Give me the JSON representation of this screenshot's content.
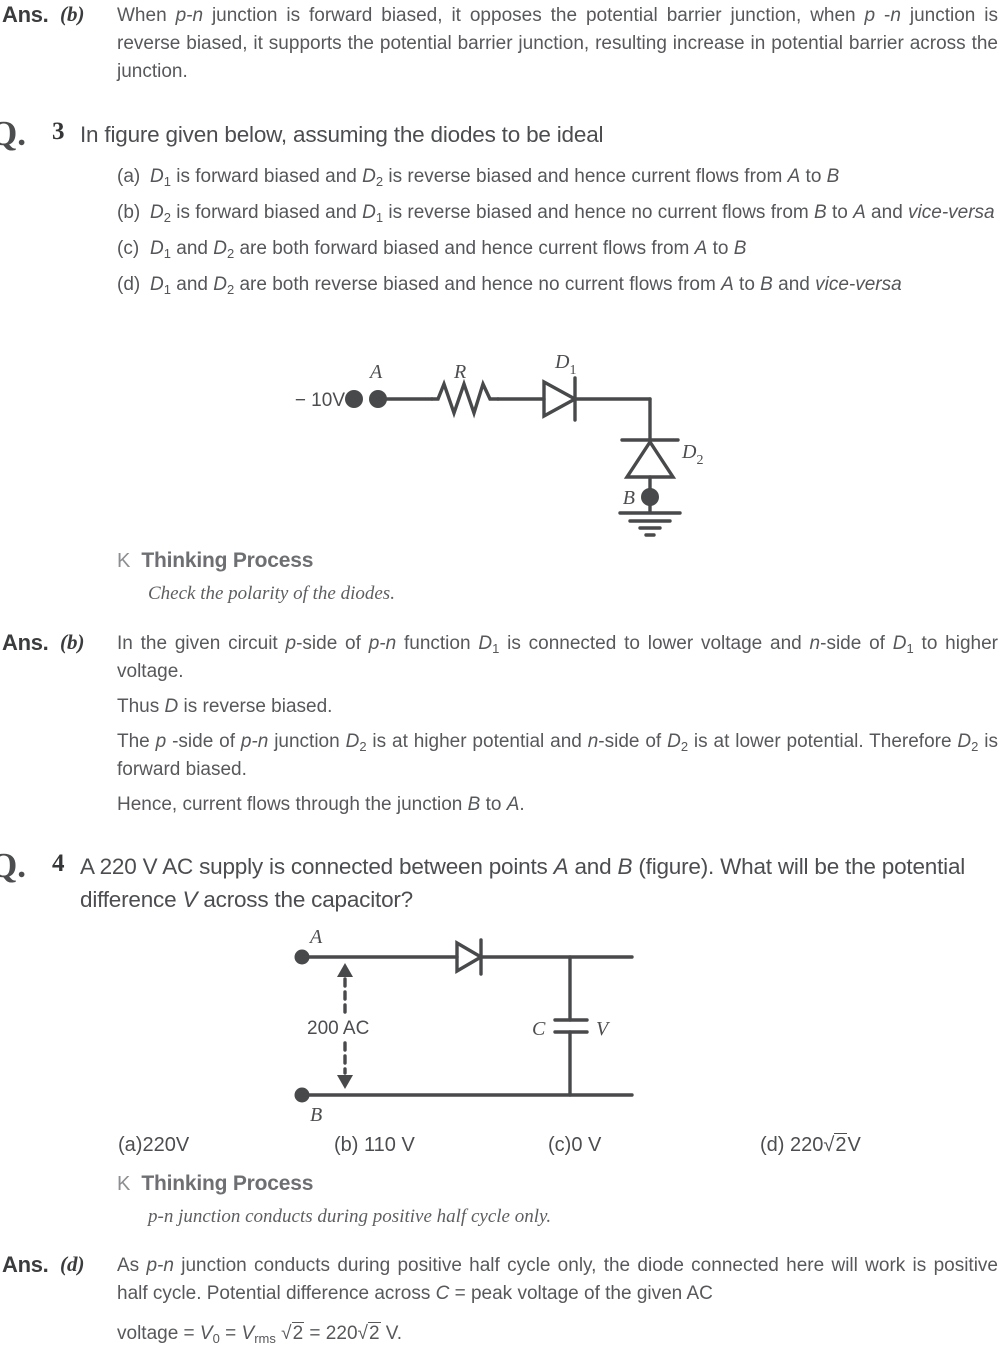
{
  "ans_q2": {
    "label": "Ans.",
    "option": "(b)",
    "text_html": "When <i>p-n</i> junction is forward biased, it opposes the potential barrier junction, when <i>p</i> -<i>n</i> junction is reverse biased, it supports the potential barrier junction, resulting increase in potential barrier across the junction."
  },
  "q3": {
    "q_label": "Q.",
    "number": "3",
    "title": "In figure given below, assuming the diodes to be ideal",
    "options": [
      {
        "label": "(a)",
        "text_html": "<i>D</i><sub>1</sub> is forward biased and <i>D</i><sub>2</sub> is reverse biased and hence current flows from <i>A</i> to <i>B</i>"
      },
      {
        "label": "(b)",
        "text_html": "<i>D</i><sub>2</sub> is forward biased and <i>D</i><sub>1</sub> is reverse biased and hence no current flows from <i>B</i> to <i>A</i> and <i>vice-versa</i>"
      },
      {
        "label": "(c)",
        "text_html": "<i>D</i><sub>1</sub> and <i>D</i><sub>2</sub> are both forward biased and hence current flows from <i>A</i> to <i>B</i>"
      },
      {
        "label": "(d)",
        "text_html": "<i>D</i><sub>1</sub> and <i>D</i><sub>2</sub> are both reverse biased and hence no current flows from <i>A</i> to <i>B</i> and <i>vice-versa</i>"
      }
    ]
  },
  "circuit1": {
    "source_label": "− 10V",
    "node_a": "A",
    "resistor": "R",
    "diode1": "D",
    "diode1_sub": "1",
    "diode2": "D",
    "diode2_sub": "2",
    "node_b": "B"
  },
  "thinking1": {
    "k": "K",
    "title": "Thinking Process",
    "text": "Check the polarity of the diodes."
  },
  "ans_q3": {
    "label": "Ans.",
    "option": "(b)",
    "p1_html": "In the given circuit <i>p</i>-side of <i>p-n</i> function <i>D</i><sub>1</sub> is connected to lower voltage and <i>n</i>-side of <i>D</i><sub>1</sub> to higher voltage.",
    "p2_html": "Thus <i>D</i> is reverse biased.",
    "p3_html": "The <i>p</i> -side of <i>p-n</i> junction <i>D</i><sub>2</sub> is at higher potential and <i>n</i>-side of <i>D</i><sub>2</sub> is at lower potential. Therefore <i>D</i><sub>2</sub> is forward biased.",
    "p4_html": "Hence, current flows through the junction <i>B</i> to <i>A</i>."
  },
  "q4": {
    "q_label": "Q.",
    "number": "4",
    "title_html": "A 220 V AC supply is connected between points <i>A</i> and <i>B</i> (figure). What will be the potential difference <i>V</i> across the capacitor?"
  },
  "circuit2": {
    "node_a": "A",
    "node_b": "B",
    "supply": "200 AC",
    "cap": "C",
    "volt": "V"
  },
  "q4_options": [
    {
      "text_html": "(a)220V"
    },
    {
      "text_html": "(b) 110 V"
    },
    {
      "text_html": "(c)0 V"
    },
    {
      "text_html": "(d) 220<span class=\"rad\">√<span class=\"rn\">2</span></span>V"
    }
  ],
  "thinking2": {
    "k": "K",
    "title": "Thinking Process",
    "text": "p-n junction conducts during positive half cycle only."
  },
  "ans_q4": {
    "label": "Ans.",
    "option": "(d)",
    "p1_html": "As <i>p-n</i> junction conducts during positive half cycle only, the diode connected here will work is positive half cycle. Potential difference across <i>C</i> = peak voltage of the given AC",
    "p2_html": "voltage = <i>V</i><sub>0</sub> = <i>V</i><sub>rms</sub> <span class=\"rad\">√<span class=\"rn\">2</span></span> = 220<span class=\"rad\">√<span class=\"rn\">2</span></span> V."
  }
}
